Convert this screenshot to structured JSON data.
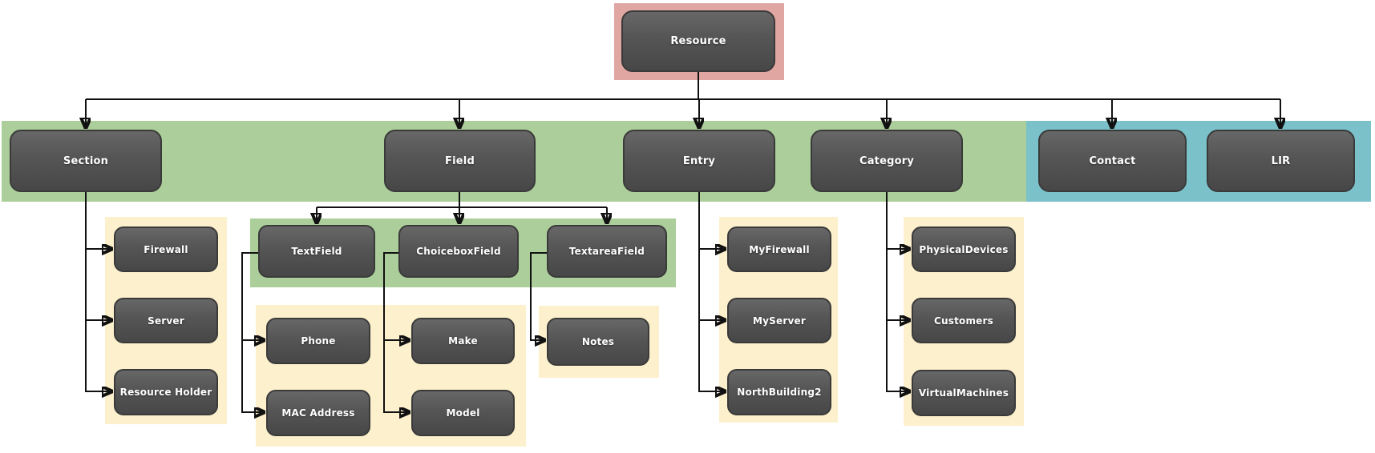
{
  "diagram_type": "hierarchy-tree",
  "colors": {
    "resource_highlight": "#e0a6a1",
    "main_group": "#abce9a",
    "contact_group": "#7bc1ca",
    "children_panel": "#fdf0cc",
    "node_fill_top": "#676767",
    "node_fill_bottom": "#474747",
    "node_text": "#ffffff",
    "connector": "#111111"
  },
  "nodes": {
    "resource": {
      "label": "Resource"
    },
    "section": {
      "label": "Section"
    },
    "field": {
      "label": "Field"
    },
    "entry": {
      "label": "Entry"
    },
    "category": {
      "label": "Category"
    },
    "contact": {
      "label": "Contact"
    },
    "lir": {
      "label": "LIR"
    },
    "firewall": {
      "label": "Firewall"
    },
    "server": {
      "label": "Server"
    },
    "resource_holder": {
      "label": "Resource Holder"
    },
    "textfield": {
      "label": "TextField"
    },
    "choiceboxfield": {
      "label": "ChoiceboxField"
    },
    "textareafield": {
      "label": "TextareaField"
    },
    "phone": {
      "label": "Phone"
    },
    "mac_address": {
      "label": "MAC Address"
    },
    "make": {
      "label": "Make"
    },
    "model": {
      "label": "Model"
    },
    "notes": {
      "label": "Notes"
    },
    "myfirewall": {
      "label": "MyFirewall"
    },
    "myserver": {
      "label": "MyServer"
    },
    "northbuilding2": {
      "label": "NorthBuilding2"
    },
    "physicaldevices": {
      "label": "PhysicalDevices"
    },
    "customers": {
      "label": "Customers"
    },
    "virtualmachines": {
      "label": "VirtualMachines"
    }
  },
  "edges": [
    {
      "from": "resource",
      "to": "section"
    },
    {
      "from": "resource",
      "to": "field"
    },
    {
      "from": "resource",
      "to": "entry"
    },
    {
      "from": "resource",
      "to": "category"
    },
    {
      "from": "resource",
      "to": "contact"
    },
    {
      "from": "resource",
      "to": "lir"
    },
    {
      "from": "section",
      "to": "firewall"
    },
    {
      "from": "section",
      "to": "server"
    },
    {
      "from": "section",
      "to": "resource_holder"
    },
    {
      "from": "field",
      "to": "textfield"
    },
    {
      "from": "field",
      "to": "choiceboxfield"
    },
    {
      "from": "field",
      "to": "textareafield"
    },
    {
      "from": "textfield",
      "to": "phone"
    },
    {
      "from": "textfield",
      "to": "mac_address"
    },
    {
      "from": "choiceboxfield",
      "to": "make"
    },
    {
      "from": "choiceboxfield",
      "to": "model"
    },
    {
      "from": "textareafield",
      "to": "notes"
    },
    {
      "from": "entry",
      "to": "myfirewall"
    },
    {
      "from": "entry",
      "to": "myserver"
    },
    {
      "from": "entry",
      "to": "northbuilding2"
    },
    {
      "from": "category",
      "to": "physicaldevices"
    },
    {
      "from": "category",
      "to": "customers"
    },
    {
      "from": "category",
      "to": "virtualmachines"
    }
  ],
  "groups": {
    "pink_highlight": [
      "resource"
    ],
    "green_band": [
      "section",
      "field",
      "entry",
      "category"
    ],
    "teal_band": [
      "contact",
      "lir"
    ],
    "green_subband": [
      "textfield",
      "choiceboxfield",
      "textareafield"
    ],
    "cream_panels": [
      [
        "firewall",
        "server",
        "resource_holder"
      ],
      [
        "phone",
        "mac_address",
        "make",
        "model"
      ],
      [
        "notes"
      ],
      [
        "myfirewall",
        "myserver",
        "northbuilding2"
      ],
      [
        "physicaldevices",
        "customers",
        "virtualmachines"
      ]
    ]
  }
}
